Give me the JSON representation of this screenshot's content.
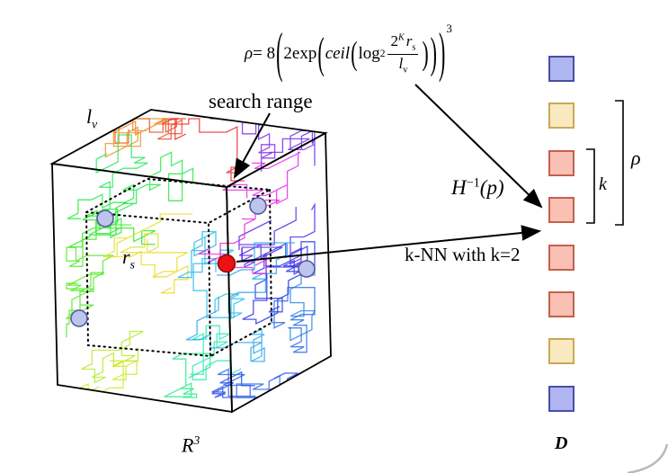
{
  "formula": {
    "rho": "ρ",
    "eq": " = 8",
    "coef": "2exp",
    "ceil": "ceil",
    "log": "log",
    "log_sub": "2",
    "num_base": "2",
    "num_exp": "K",
    "num_var": "r",
    "num_sub": "s",
    "den_var": "l",
    "den_sub": "v",
    "open": "(",
    "close": ")",
    "power": "3"
  },
  "labels": {
    "search_range": "search range",
    "lv_base": "l",
    "lv_sub": "v",
    "rs_base": "r",
    "rs_sub": "s",
    "r3_base": "R",
    "r3_sup": "3",
    "hinv_base": "H",
    "hinv_sup": "−1",
    "hinv_arg": "(p)",
    "knn": "k-NN with k=2",
    "k": "k",
    "rho": "ρ",
    "d": "D"
  },
  "squares": [
    "blue",
    "tan",
    "pink",
    "pink",
    "pink",
    "pink",
    "tan",
    "blue"
  ],
  "palette": {
    "blue": {
      "fill": "#aeb5f0",
      "stroke": "#4a4da8"
    },
    "tan": {
      "fill": "#f9e9c0",
      "stroke": "#c9a953"
    },
    "pink": {
      "fill": "#f9c0b4",
      "stroke": "#c4604e"
    }
  },
  "colors": {
    "line": "#000000",
    "query_point_fill": "#ee1111",
    "query_point_stroke": "#8d0f0f",
    "data_point_fill": "#bdc4ee",
    "data_point_stroke": "#565b9d"
  }
}
